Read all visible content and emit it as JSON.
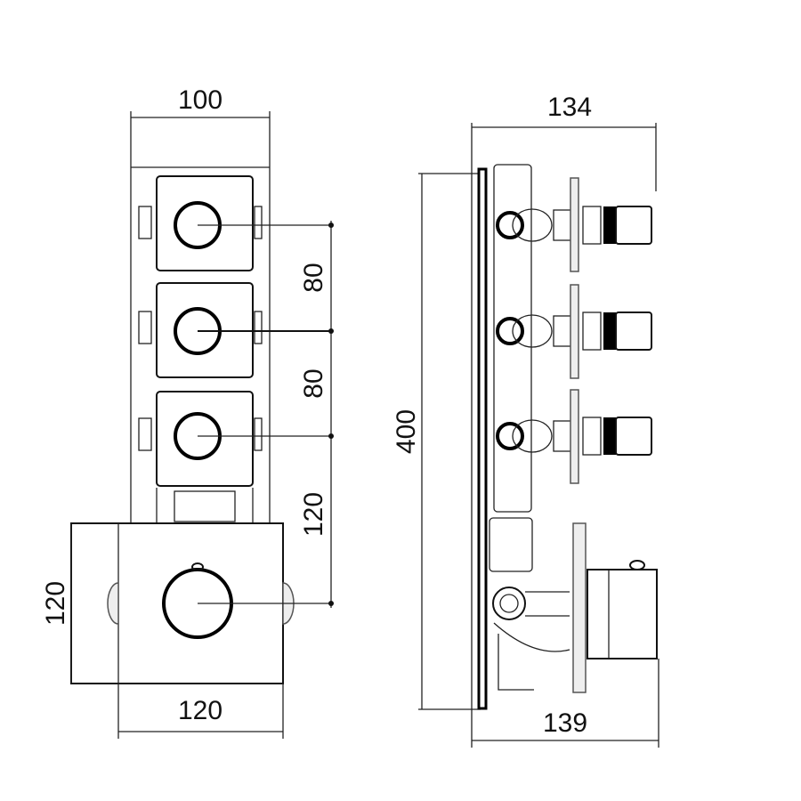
{
  "drawing": {
    "front_view": {
      "width_top": "100",
      "spacing_1": "80",
      "spacing_2": "80",
      "spacing_3": "120",
      "box_height": "120",
      "box_width": "120"
    },
    "side_view": {
      "depth_top": "134",
      "height": "400",
      "depth_bottom": "139"
    }
  }
}
